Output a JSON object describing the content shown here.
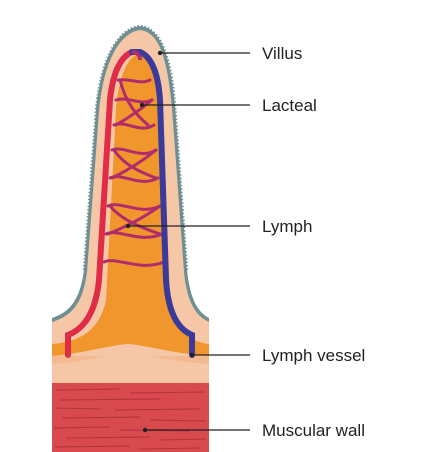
{
  "labels": {
    "villus": "Villus",
    "lacteal": "Lacteal",
    "lymph": "Lymph",
    "lymph_vessel": "Lymph vessel",
    "muscular_wall": "Muscular wall"
  },
  "colors": {
    "outer_edge": "#6f8f93",
    "skin": "#f6c7a6",
    "lymph": "#f0962c",
    "artery": "#e12c48",
    "vein": "#3a3a9a",
    "capillary": "#b02c6a",
    "vessel_band": "#f6c7a6",
    "muscle": "#d84a4e",
    "muscle_stripe": "#a82b36"
  }
}
